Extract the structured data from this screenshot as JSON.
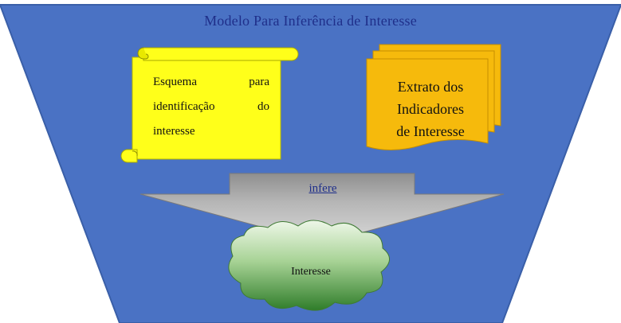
{
  "diagram": {
    "title": "Modelo Para Inferência de Interesse",
    "scroll": {
      "line1_a": "Esquema",
      "line1_b": "para",
      "line2_a": "identificação",
      "line2_b": "do",
      "line3": "interesse"
    },
    "documents": {
      "line1": "Extrato dos",
      "line2": "Indicadores",
      "line3": "de Interesse"
    },
    "arrow_label": "infere",
    "cloud_label": "Interesse"
  },
  "colors": {
    "funnel": "#4a72c4",
    "funnel_border": "#3a5fa8",
    "scroll_fill": "#ffff1a",
    "documents_fill": "#f6ba0c",
    "arrow_fill": "#a9a9a9",
    "cloud_fill": "#9bc98a",
    "title_text": "#1f2f8a"
  }
}
